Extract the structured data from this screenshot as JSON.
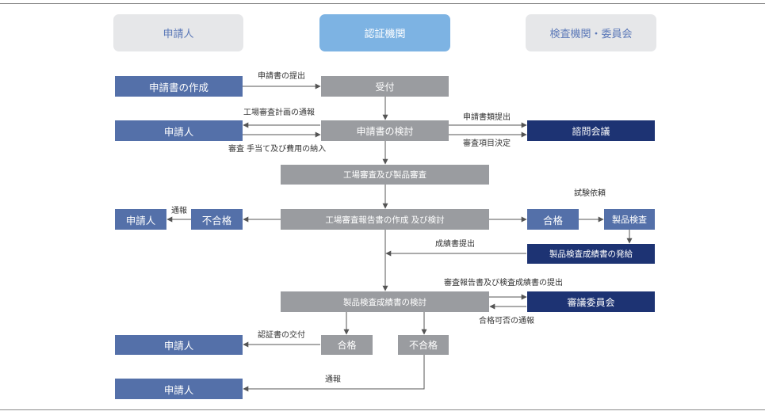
{
  "headers": {
    "applicant": "申請人",
    "certification_body": "認証機関",
    "inspection_committee": "検査機関・委員会"
  },
  "boxes": {
    "application_create": "申請書の作成",
    "reception": "受付",
    "applicant_review": "申請人",
    "application_review": "申請書の検討",
    "advisory_meeting": "諮問会議",
    "factory_product_audit": "工場審査及び製品審査",
    "applicant_fail_notice": "申請人",
    "fail_1": "不合格",
    "factory_report_review": "工場審査報告書の作成 及び検討",
    "pass_1": "合格",
    "product_test": "製品検査",
    "test_report_issue": "製品検査成績書の発給",
    "product_report_review": "製品検査成績書の検討",
    "review_committee": "審議委員会",
    "applicant_cert": "申請人",
    "pass_2": "合格",
    "fail_2": "不合格",
    "applicant_final": "申請人"
  },
  "labels": {
    "submit_application": "申請書の提出",
    "audit_plan_notice": "工場審査計画の通報",
    "audit_fee_payment": "審査 手当て及び費用の納入",
    "submit_documents": "申請書類提出",
    "decide_audit_items": "審査項目決定",
    "test_request": "試験依頼",
    "notice_1": "通報",
    "submit_test_report": "成績書提出",
    "submit_audit_and_test_reports": "審査報告書及び検査成績書の提出",
    "pass_fail_notice": "合格可否の通報",
    "certificate_issue": "認証書の交付",
    "notice_2": "通報"
  },
  "colors": {
    "applicant_box": "#5470a9",
    "process_box": "#9a9ca0",
    "committee_box": "#1d3373",
    "header_gray": "#e6e7e9",
    "header_blue": "#7db3e3",
    "line": "#555555"
  }
}
